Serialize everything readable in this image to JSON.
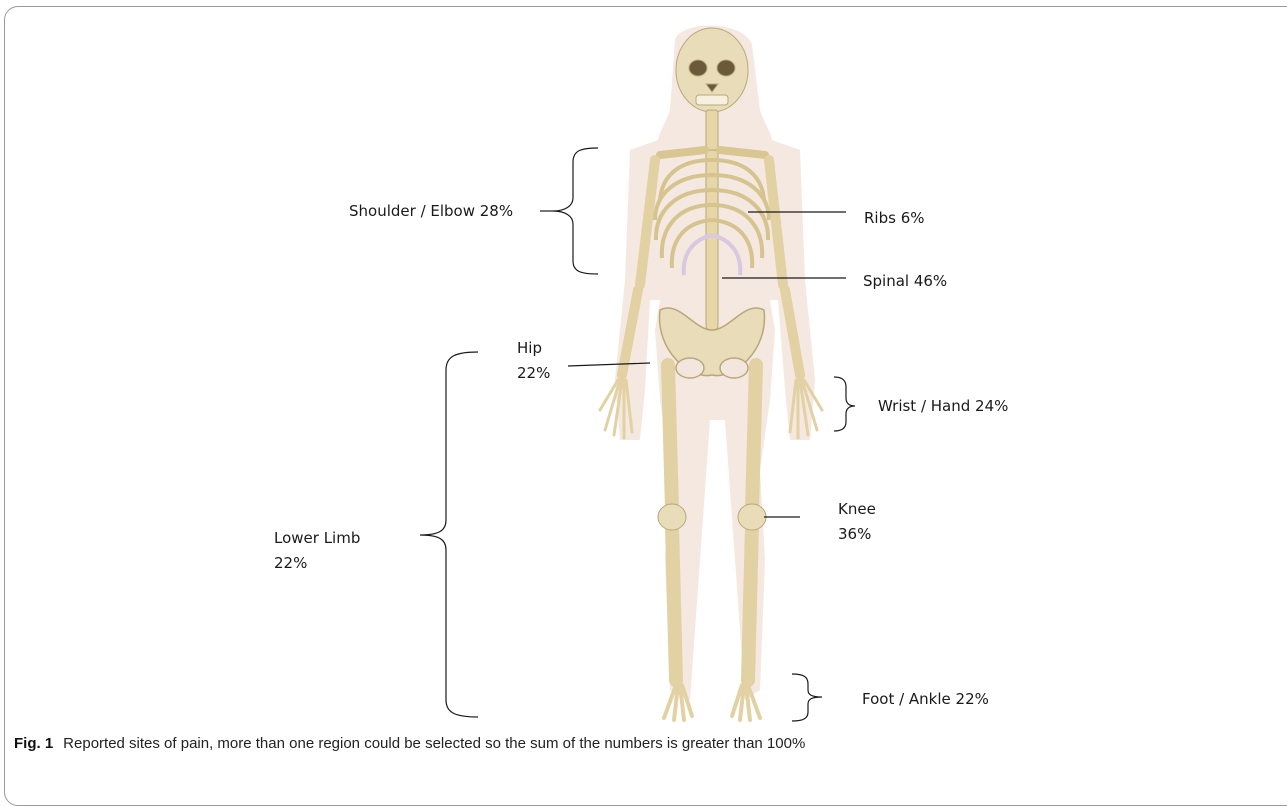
{
  "figure": {
    "caption_label": "Fig. 1",
    "caption_text": "Reported sites of pain, more than one region could be selected so the sum of the numbers is greater than 100%"
  },
  "regions": {
    "shoulder_elbow": "Shoulder / Elbow 28%",
    "ribs": "Ribs 6%",
    "spinal": "Spinal 46%",
    "hip_name": "Hip",
    "hip_pct": "22%",
    "wrist_hand": "Wrist / Hand 24%",
    "knee_name": "Knee",
    "knee_pct": "36%",
    "lower_limb_name": "Lower Limb",
    "lower_limb_pct": "22%",
    "foot_ankle": "Foot / Ankle 22%"
  },
  "colors": {
    "bone": "#e9dcb8",
    "bone_shade": "#c9b98e",
    "body_silhouette": "#f2e4dc",
    "cartilage": "#d8c8e0",
    "leader_line": "#1a1a1a"
  }
}
